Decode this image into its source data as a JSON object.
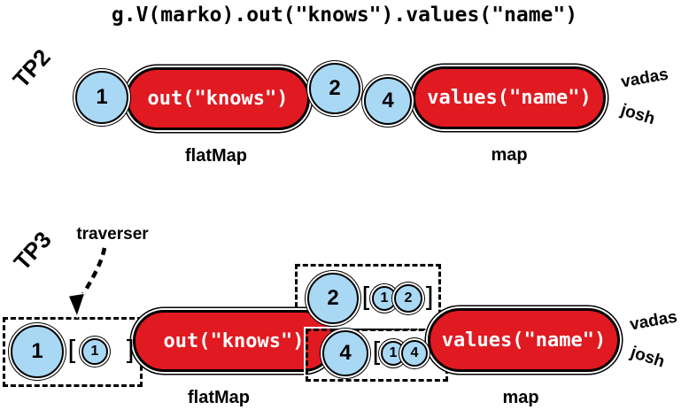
{
  "title": "g.V(marko).out(\"knows\").values(\"name\")",
  "colors": {
    "red": "#e11920",
    "blue": "#a9d8f5",
    "ink": "#000000"
  },
  "tp2": {
    "label": "TP2",
    "start_circle": "1",
    "step1": {
      "text": "out(\"knows\")",
      "type": "flatMap"
    },
    "mid_circles": [
      "2",
      "4"
    ],
    "step2": {
      "text": "values(\"name\")",
      "type": "map"
    },
    "outputs": [
      "vadas",
      "josh"
    ]
  },
  "tp3": {
    "label": "TP3",
    "annotation": "traverser",
    "input_box": {
      "main": "1",
      "open": "[",
      "bulk1": "1",
      "close": "]"
    },
    "step1": {
      "text": "out(\"knows\")",
      "type": "flatMap"
    },
    "box2": {
      "main": "2",
      "open": "[",
      "bulk1": "1",
      "bulk2": "2",
      "close": "]"
    },
    "box4": {
      "main": "4",
      "open": "[",
      "bulk1": "1",
      "bulk2": "4"
    },
    "step2": {
      "text": "values(\"name\")",
      "type": "map"
    },
    "outputs": [
      "vadas",
      "josh"
    ]
  }
}
